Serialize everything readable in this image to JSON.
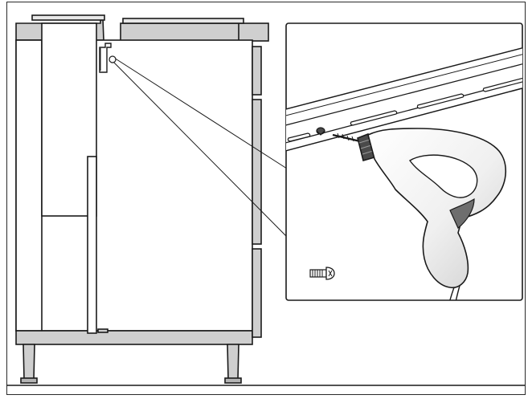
{
  "figure": {
    "kind": "installation-illustration",
    "colors": {
      "line": "#1a1a1a",
      "panel_fill": "#ffffff",
      "cabinet_grey": "#cfcfcf",
      "cabinet_grey_dark": "#b4b4b4",
      "drill_body": "#f2f2f2",
      "drill_shade": "#d0d0d0",
      "grip_dark": "#6e6e6e",
      "chuck_dark": "#4a4a4a"
    },
    "icons": [
      "cabinet-side-view",
      "mounting-bracket",
      "callout-lines",
      "slotted-rail",
      "screw-icon",
      "power-drill-icon"
    ]
  }
}
